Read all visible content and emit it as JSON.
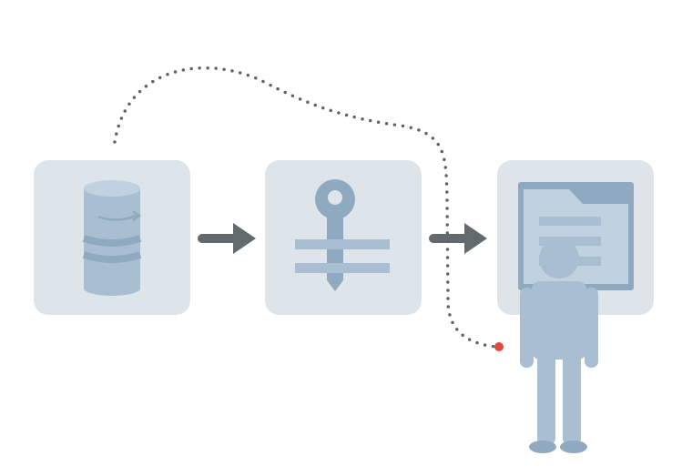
{
  "diagram": {
    "nodes": [
      {
        "id": "database",
        "icon": "database-icon"
      },
      {
        "id": "key",
        "icon": "key-icon"
      },
      {
        "id": "document",
        "icon": "document-folder-icon"
      }
    ],
    "figure_icon": "person-icon",
    "connectors": [
      {
        "from": "database",
        "to": "key",
        "style": "solid-arrow"
      },
      {
        "from": "key",
        "to": "document",
        "style": "solid-arrow"
      },
      {
        "from": "database",
        "to": "person",
        "style": "dotted-path"
      }
    ],
    "colors": {
      "panel": "#dde4ea",
      "icon": "#a9bfd1",
      "icon_dark": "#8faac0",
      "icon_light": "#c0d2e0",
      "arrow": "#636a6d",
      "dots": "#5f6467",
      "endpoint": "#e0483e"
    }
  }
}
